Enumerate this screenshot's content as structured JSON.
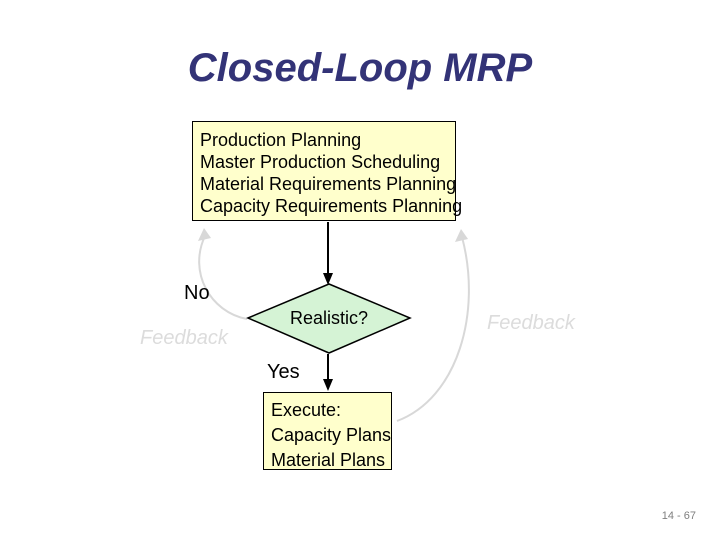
{
  "slide": {
    "title": "Closed-Loop MRP",
    "page_number": "14 - 67",
    "colors": {
      "title_text": "#333377",
      "box_fill": "#FFFFCC",
      "box_border": "#000000",
      "diamond_fill": "#D5F3D5",
      "arrow_black": "#000000",
      "feedback_curve": "#D8D8D8",
      "feedback_text": "#DCDCDC",
      "page_number_text": "#7F7F7F"
    }
  },
  "diagram": {
    "planning_box": {
      "lines": [
        "Production Planning",
        "Master Production Scheduling",
        "Material Requirements Planning",
        "Capacity Requirements Planning"
      ]
    },
    "decision": {
      "label": "Realistic?"
    },
    "branch_no": "No",
    "branch_yes": "Yes",
    "feedback_left": "Feedback",
    "feedback_right": "Feedback",
    "execute_box": {
      "lines": [
        "Execute:",
        "Capacity Plans",
        "Material Plans"
      ]
    }
  }
}
